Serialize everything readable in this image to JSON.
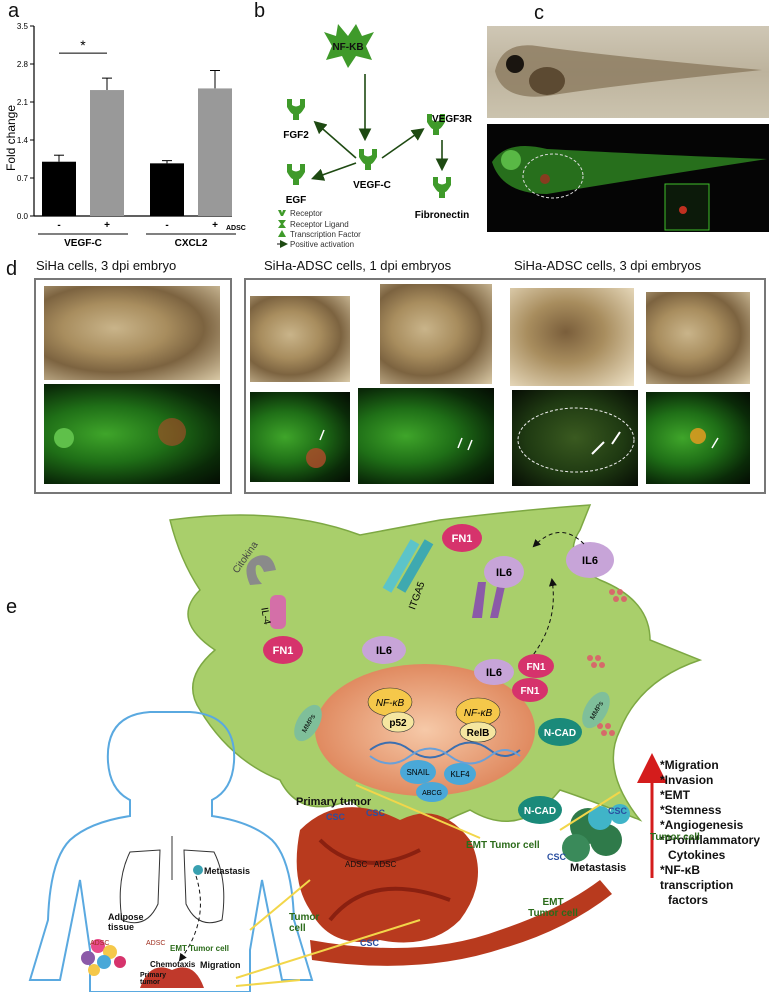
{
  "panels": {
    "a": "a",
    "b": "b",
    "c": "c",
    "d": "d",
    "e": "e"
  },
  "chart_data": {
    "type": "bar",
    "ylabel": "Fold change",
    "yticks": [
      "0.0",
      "0.7",
      "1.4",
      "2.1",
      "2.8",
      "3.5"
    ],
    "ylim": [
      0,
      3.5
    ],
    "groups": [
      {
        "name": "VEGF-C",
        "bars": [
          {
            "adsc": "-",
            "value": 1.0,
            "err": 0.12,
            "color": "#000000"
          },
          {
            "adsc": "+",
            "value": 2.32,
            "err": 0.22,
            "color": "#999999"
          }
        ]
      },
      {
        "name": "CXCL2",
        "bars": [
          {
            "adsc": "-",
            "value": 0.97,
            "err": 0.05,
            "color": "#000000"
          },
          {
            "adsc": "+",
            "value": 2.35,
            "err": 0.33,
            "color": "#999999"
          }
        ]
      }
    ],
    "xfactor_label": "ADSC",
    "significance": "*"
  },
  "diagram_b": {
    "nfkb": "NF-KB",
    "fgf2": "FGF2",
    "egf": "EGF",
    "vegfc": "VEGF-C",
    "vegf3r": "VEGF3R",
    "fibronectin": "Fibronectin",
    "legend": [
      "Receptor",
      "Receptor Ligand",
      "Transcription Factor",
      "Positive activation"
    ],
    "color": "#3f9a2a"
  },
  "panel_d": {
    "siha": "SiHa cells, 3 dpi embryo",
    "adsc1": "SiHa-ADSC cells, 1 dpi embryos",
    "adsc3": "SiHa-ADSC cells, 3 dpi embryos"
  },
  "panel_e": {
    "cell_labels": {
      "citokina": "Citokina",
      "il4": "IL-4",
      "itga5": "ITGA5",
      "fn1": "FN1",
      "il6": "IL6",
      "nfkb": "NF-κB",
      "p52": "p52",
      "relb": "RelB",
      "snail": "SNAIL",
      "klf4": "KLF4",
      "abcg": "ABCG",
      "mmps": "MMPs",
      "ncad": "N-CAD"
    },
    "effects": [
      "*Migration",
      "*Invasion",
      "*EMT",
      "*Stemness",
      "*Angiogenesis",
      "*Proinflammatory",
      "Cytokines",
      "*NF-κB transcription",
      "factors"
    ],
    "tumor_labels": {
      "primary_tumor": "Primary tumor",
      "csc": "CSC",
      "adsc": "ADSC",
      "tumor_cell": "Tumor cell",
      "tumor_cell_split": "Tumor\ncell",
      "emt": "EMT Tumor cell",
      "emt_split": "EMT\nTumor cell",
      "metastasis": "Metastasis"
    },
    "body_labels": {
      "metastasis": "Metastasis",
      "adipose": "Adipose tissue",
      "adsc": "ADSC",
      "emt": "EMT Tumor cell",
      "chemotaxis": "Chemotaxis",
      "migration": "Migration",
      "primary_tumor": "Primary tumor"
    }
  }
}
